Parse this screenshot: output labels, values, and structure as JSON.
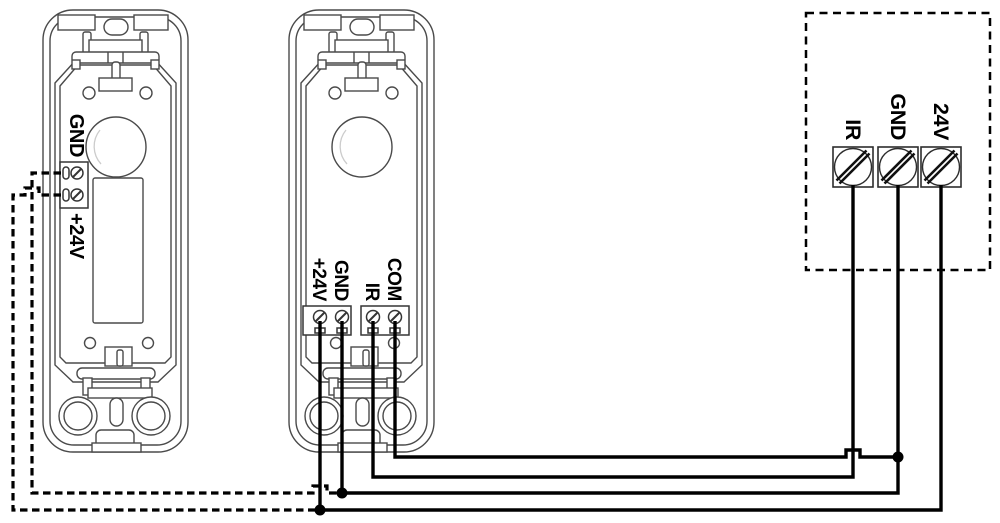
{
  "diagram": {
    "background": "#ffffff",
    "colors": {
      "wire": "#000000",
      "outline": "#4a4a4a",
      "label": "#000000"
    },
    "transmitter": {
      "labels": {
        "gnd": "GND",
        "p24v": "+24V"
      }
    },
    "receiver": {
      "labels": {
        "p24v": "+24V",
        "gnd": "GND",
        "ir": "IR",
        "com": "COM"
      }
    },
    "control": {
      "labels": {
        "ir": "IR",
        "gnd": "GND",
        "v24": "24V"
      }
    },
    "connections": [
      {
        "from": "transmitter.GND",
        "to": "control.GND",
        "style": "dashed"
      },
      {
        "from": "transmitter.+24V",
        "to": "control.24V",
        "style": "dashed"
      },
      {
        "from": "receiver.+24V",
        "to": "control.24V",
        "style": "solid"
      },
      {
        "from": "receiver.GND",
        "to": "control.GND",
        "style": "solid"
      },
      {
        "from": "receiver.IR",
        "to": "control.IR",
        "style": "solid"
      },
      {
        "from": "receiver.COM",
        "to": "control.GND",
        "style": "solid"
      }
    ]
  }
}
